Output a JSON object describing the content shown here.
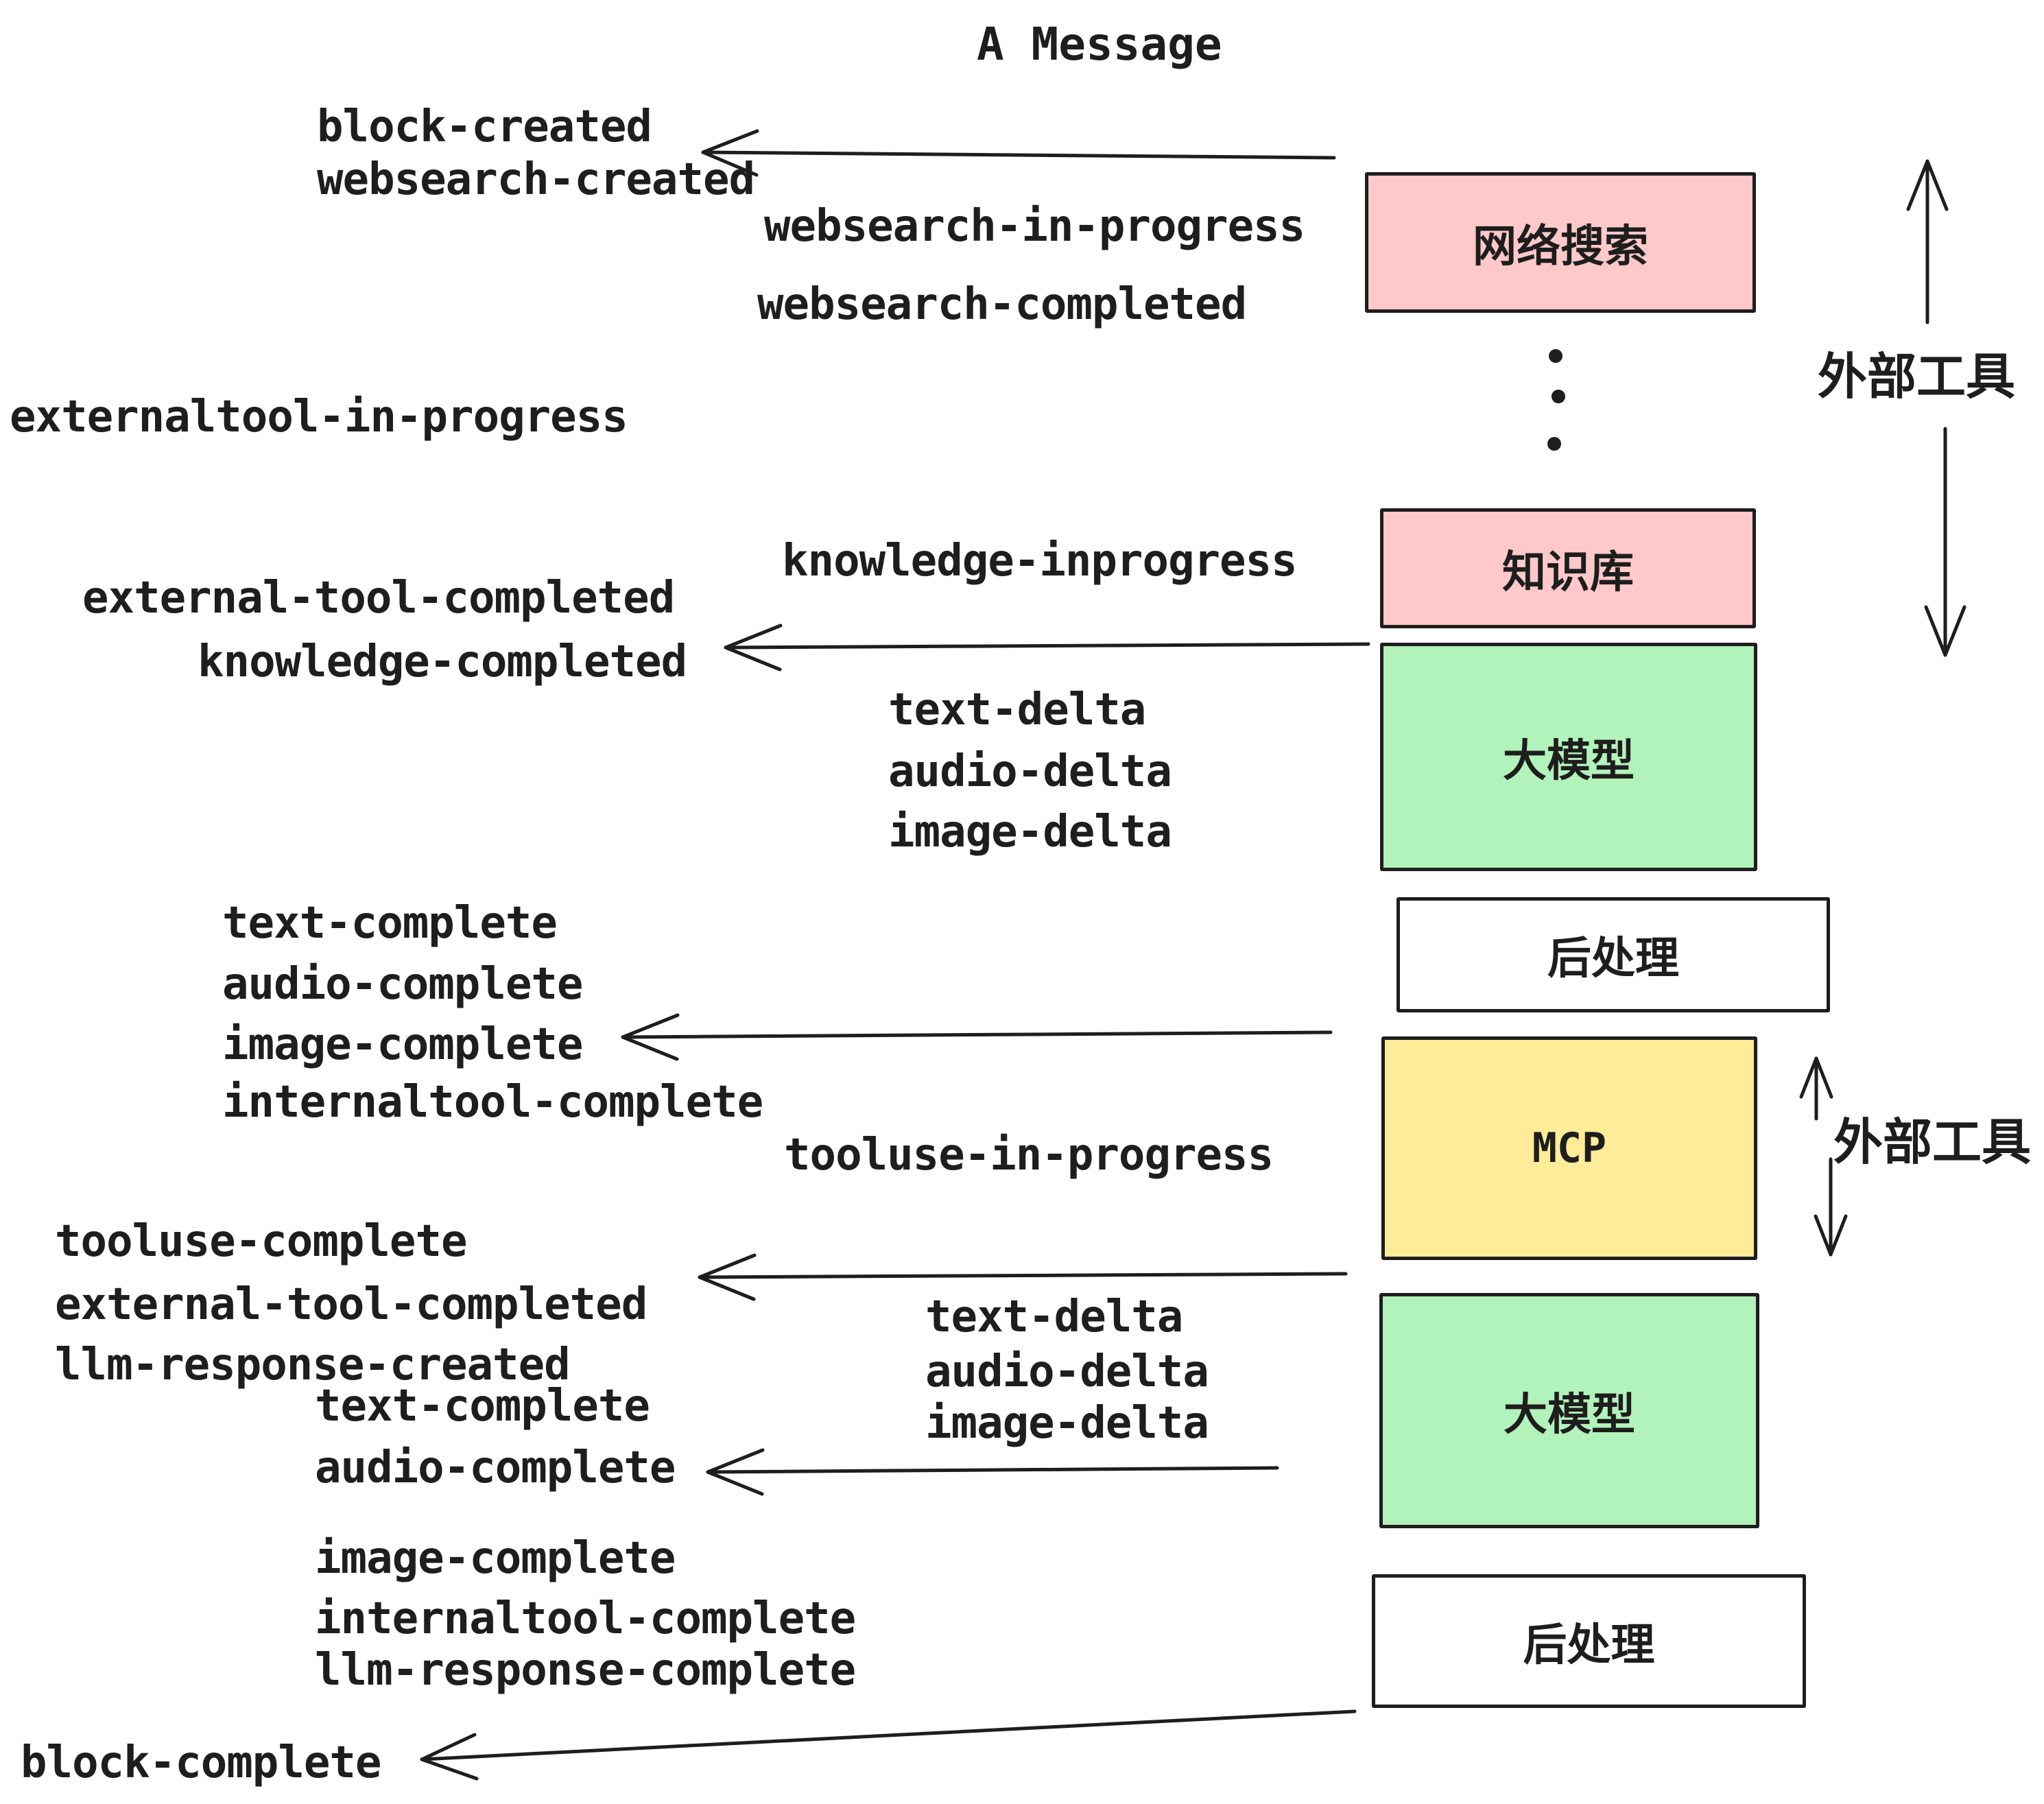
{
  "title": {
    "text": "A Message"
  },
  "colors": {
    "pink": "#ffc9c9",
    "green": "#b2f2bb",
    "yellow": "#ffec99",
    "white": "#ffffff",
    "ink": "#1e1e1e"
  },
  "boxes": [
    {
      "id": "websearch",
      "label": "网络搜索",
      "fill": "pink"
    },
    {
      "id": "knowledge",
      "label": "知识库",
      "fill": "pink"
    },
    {
      "id": "llm-1",
      "label": "大模型",
      "fill": "green"
    },
    {
      "id": "postprocess-1",
      "label": "后处理",
      "fill": "white"
    },
    {
      "id": "mcp",
      "label": "MCP",
      "fill": "yellow"
    },
    {
      "id": "llm-2",
      "label": "大模型",
      "fill": "green"
    },
    {
      "id": "postprocess-2",
      "label": "后处理",
      "fill": "white"
    }
  ],
  "events": [
    {
      "id": "block-created",
      "label": "block-created"
    },
    {
      "id": "websearch-created",
      "label": "websearch-created"
    },
    {
      "id": "websearch-in-progress",
      "label": "websearch-in-progress"
    },
    {
      "id": "websearch-completed",
      "label": "websearch-completed"
    },
    {
      "id": "externaltool-in-progress",
      "label": "externaltool-in-progress"
    },
    {
      "id": "knowledge-inprogress",
      "label": "knowledge-inprogress"
    },
    {
      "id": "external-tool-completed-1",
      "label": "external-tool-completed"
    },
    {
      "id": "knowledge-completed",
      "label": "knowledge-completed"
    },
    {
      "id": "text-delta-1",
      "label": "text-delta"
    },
    {
      "id": "audio-delta-1",
      "label": "audio-delta"
    },
    {
      "id": "image-delta-1",
      "label": "image-delta"
    },
    {
      "id": "text-complete-1",
      "label": "text-complete"
    },
    {
      "id": "audio-complete-1",
      "label": "audio-complete"
    },
    {
      "id": "image-complete-1",
      "label": "image-complete"
    },
    {
      "id": "internaltool-complete-1",
      "label": "internaltool-complete"
    },
    {
      "id": "tooluse-in-progress",
      "label": "tooluse-in-progress"
    },
    {
      "id": "tooluse-complete",
      "label": "tooluse-complete"
    },
    {
      "id": "external-tool-completed-2",
      "label": "external-tool-completed"
    },
    {
      "id": "llm-response-created",
      "label": "llm-response-created"
    },
    {
      "id": "text-delta-2",
      "label": "text-delta"
    },
    {
      "id": "audio-delta-2",
      "label": "audio-delta"
    },
    {
      "id": "image-delta-2",
      "label": "image-delta"
    },
    {
      "id": "text-complete-2",
      "label": "text-complete"
    },
    {
      "id": "audio-complete-2",
      "label": "audio-complete"
    },
    {
      "id": "image-complete-2",
      "label": "image-complete"
    },
    {
      "id": "internaltool-complete-2",
      "label": "internaltool-complete"
    },
    {
      "id": "llm-response-complete",
      "label": "llm-response-complete"
    },
    {
      "id": "block-complete",
      "label": "block-complete"
    }
  ],
  "side_labels": [
    {
      "id": "external-tools-top",
      "label": "外部工具"
    },
    {
      "id": "external-tools-bottom",
      "label": "外部工具"
    }
  ],
  "icons": {
    "left-arrow": "←",
    "up-arrow": "↑",
    "down-arrow": "↓",
    "vertical-dots": "⋮"
  }
}
